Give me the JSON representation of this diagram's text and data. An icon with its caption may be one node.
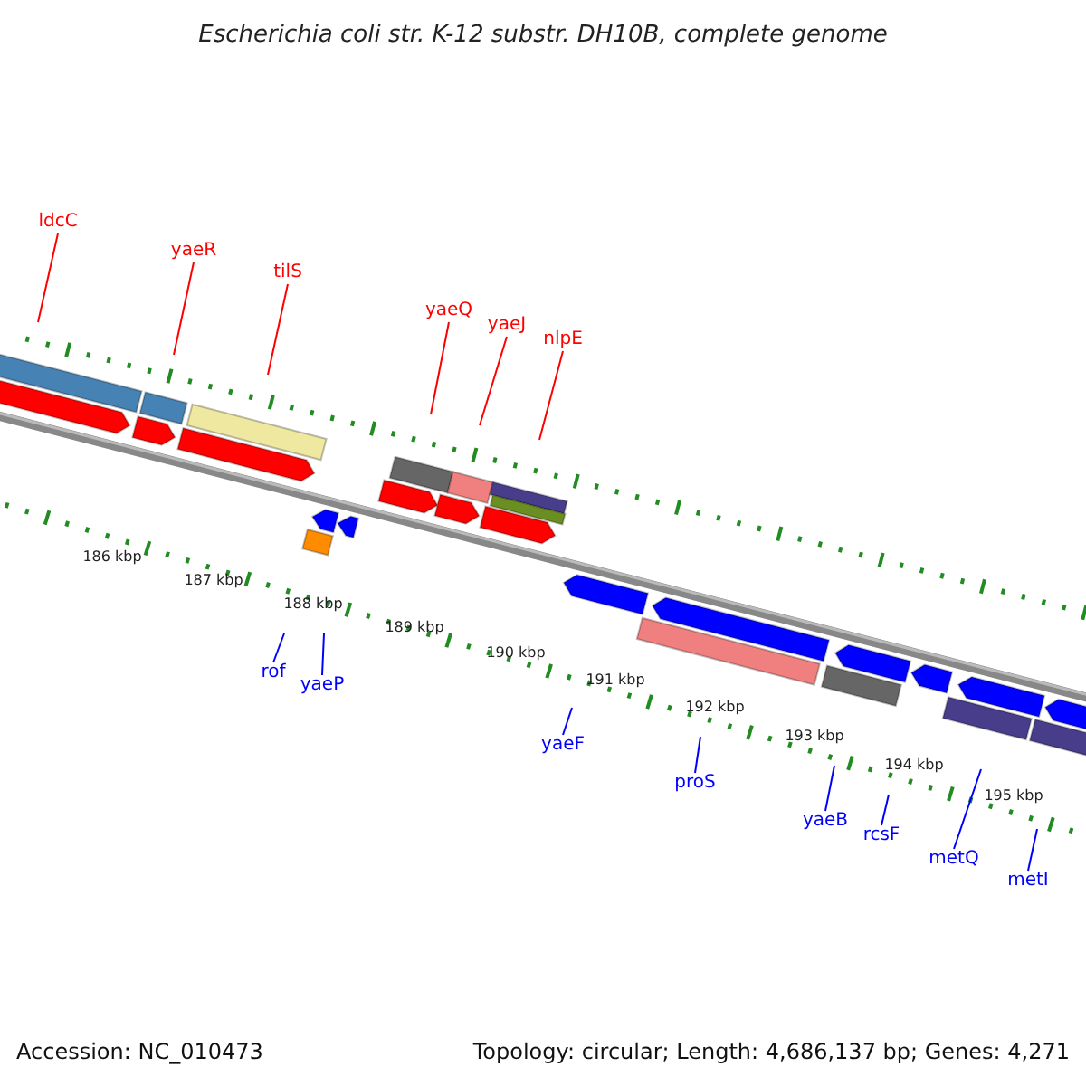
{
  "diagram": {
    "title": "Escherichia coli str. K-12 substr. DH10B, complete genome",
    "nodes": [
      {
        "text": [
          "ldcC"
        ]
      },
      {
        "text": [
          "yaeR"
        ]
      },
      {
        "text": [
          "tilS"
        ]
      },
      {
        "text": [
          "yaeQ"
        ]
      },
      {
        "text": [
          "yaeJ"
        ]
      },
      {
        "text": [
          "nlpE"
        ]
      },
      {
        "text": [
          "rof"
        ]
      },
      {
        "text": [
          "yaeP"
        ]
      },
      {
        "text": [
          "yaeF"
        ]
      },
      {
        "text": [
          "proS"
        ]
      },
      {
        "text": [
          "yaeB"
        ]
      },
      {
        "text": [
          "rcsF"
        ]
      },
      {
        "text": [
          "metQ"
        ]
      },
      {
        "text": [
          "metI"
        ]
      }
    ],
    "edges": [
      {
        "from": 0,
        "to": null,
        "arrow": "none",
        "color": "#ff0000"
      },
      {
        "from": 1,
        "to": null,
        "arrow": "none",
        "color": "#ff0000"
      },
      {
        "from": 2,
        "to": null,
        "arrow": "none",
        "color": "#ff0000"
      },
      {
        "from": 3,
        "to": null,
        "arrow": "none",
        "color": "#ff0000"
      },
      {
        "from": 4,
        "to": null,
        "arrow": "none",
        "color": "#ff0000"
      },
      {
        "from": 5,
        "to": null,
        "arrow": "none",
        "color": "#ff0000"
      },
      {
        "from": 6,
        "to": null,
        "arrow": "none"
      },
      {
        "from": 7,
        "to": null,
        "arrow": "none"
      },
      {
        "from": 8,
        "to": null,
        "arrow": "none"
      },
      {
        "from": 9,
        "to": null,
        "arrow": "none"
      },
      {
        "from": 10,
        "to": null,
        "arrow": "none"
      },
      {
        "from": 11,
        "to": null,
        "arrow": "none"
      },
      {
        "from": 12,
        "to": null,
        "arrow": "none"
      },
      {
        "from": 13,
        "to": null,
        "arrow": "none"
      }
    ],
    "labels": [
      "186 kbp",
      "187 kbp",
      "188 kbp",
      "189 kbp",
      "190 kbp",
      "191 kbp",
      "192 kbp",
      "193 kbp",
      "194 kbp",
      "195 kbp",
      "Accession: NC_010473",
      "Topology: circular; Length: 4,686,137 bp; Genes: 4,271"
    ]
  }
}
